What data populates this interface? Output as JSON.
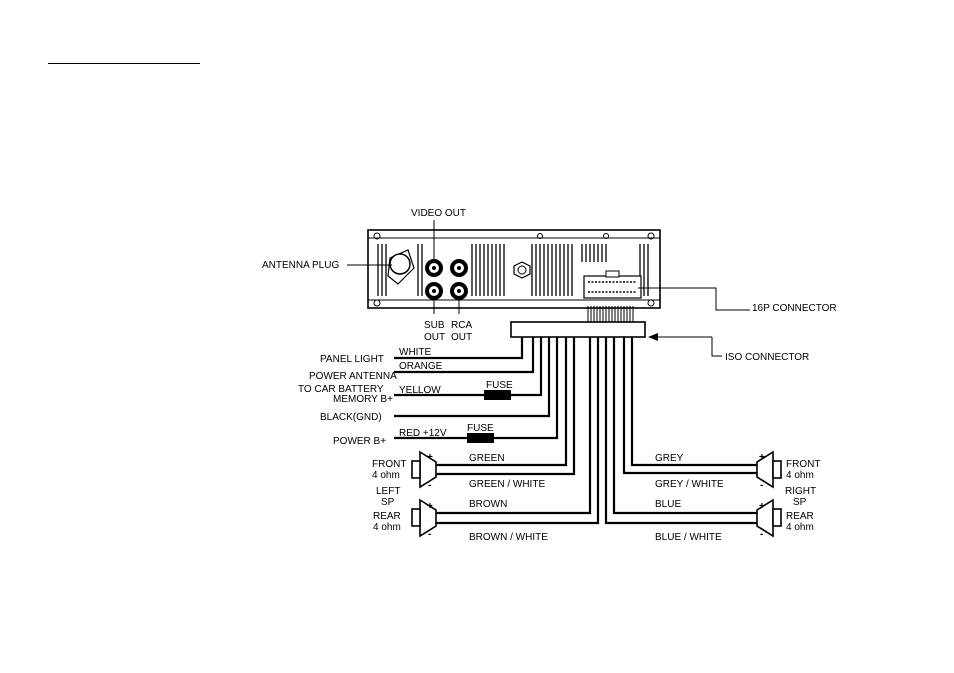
{
  "labels": {
    "video_out": "VIDEO OUT",
    "antenna_plug": "ANTENNA PLUG",
    "sub_out_1": "SUB",
    "sub_out_2": "OUT",
    "rca_out_1": "RCA",
    "rca_out_2": "OUT",
    "connector_16p": "16P CONNECTOR",
    "iso_connector": "ISO CONNECTOR"
  },
  "left_wires": [
    {
      "function": "PANEL LIGHT",
      "color": "WHITE"
    },
    {
      "function": "POWER ANTENNA",
      "color": "ORANGE"
    },
    {
      "function_1": "TO CAR BATTERY",
      "function_2": "MEMORY B+",
      "color": "YELLOW",
      "fuse": "FUSE"
    },
    {
      "function": "BLACK(GND)"
    },
    {
      "function": "POWER B+",
      "color": "RED +12V",
      "fuse": "FUSE"
    }
  ],
  "speakers": {
    "left": {
      "front_1": "FRONT",
      "front_2": "4 ohm",
      "mid_1": "LEFT",
      "mid_2": "SP",
      "rear_1": "REAR",
      "rear_2": "4 ohm",
      "wires": [
        "GREEN",
        "GREEN / WHITE",
        "BROWN",
        "BROWN / WHITE"
      ]
    },
    "right": {
      "front_1": "FRONT",
      "front_2": "4 ohm",
      "mid_1": "RIGHT",
      "mid_2": "SP",
      "rear_1": "REAR",
      "rear_2": "4 ohm",
      "wires": [
        "GREY",
        "GREY / WHITE",
        "BLUE",
        "BLUE / WHITE"
      ]
    },
    "plus": "+",
    "minus": "-"
  }
}
